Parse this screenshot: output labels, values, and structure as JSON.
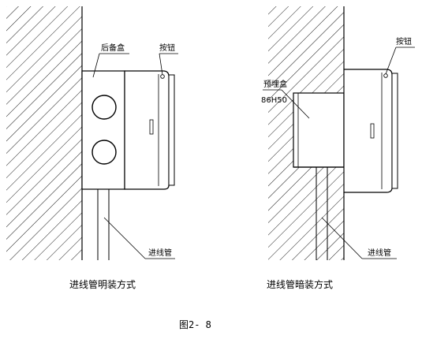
{
  "figure": {
    "caption": "图2- 8"
  },
  "surface_mount": {
    "caption": "进线管明装方式",
    "labels": {
      "back_box": "后备盒",
      "button": "按钮",
      "conduit": "进线管"
    }
  },
  "flush_mount": {
    "caption": "进线管暗装方式",
    "labels": {
      "embedded_box": "预埋盒",
      "box_model": "86H50",
      "button": "按钮",
      "conduit": "进线管"
    }
  }
}
